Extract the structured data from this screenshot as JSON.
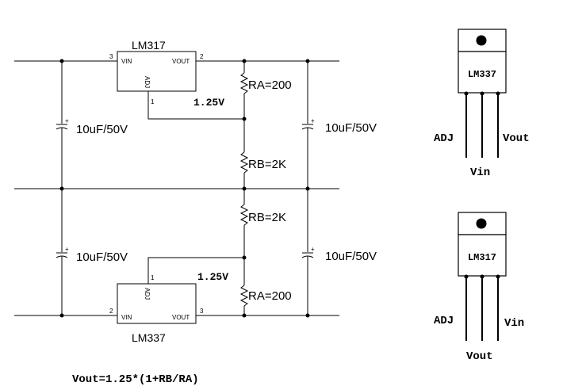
{
  "upper_regulator": {
    "name": "LM317",
    "pin_vin": "VIN",
    "pin_vout": "VOUT",
    "pin_adj": "ADJ",
    "pin_no_vin": "3",
    "pin_no_vout": "2",
    "pin_no_adj": "1",
    "ref_voltage": "1.25V"
  },
  "lower_regulator": {
    "name": "LM337",
    "pin_vin": "VIN",
    "pin_vout": "VOUT",
    "pin_adj": "ADJ",
    "pin_no_vin": "2",
    "pin_no_vout": "3",
    "pin_no_adj": "1",
    "ref_voltage": "1.25V"
  },
  "resistors": {
    "upper_ra": "RA=200",
    "upper_rb": "RB=2K",
    "lower_rb": "RB=2K",
    "lower_ra": "RA=200"
  },
  "capacitors": {
    "upper_left": "10uF/50V",
    "upper_right": "10uF/50V",
    "lower_left": "10uF/50V",
    "lower_right": "10uF/50V",
    "polarity": "+"
  },
  "formula": "Vout=1.25*(1+RB/RA)",
  "pinout_top": {
    "body_label": "LM337",
    "left_pin": "ADJ",
    "right_pin": "Vout",
    "middle_pin": "Vin"
  },
  "pinout_bottom": {
    "body_label": "LM317",
    "left_pin": "ADJ",
    "right_pin": "Vin",
    "middle_pin": "Vout"
  }
}
